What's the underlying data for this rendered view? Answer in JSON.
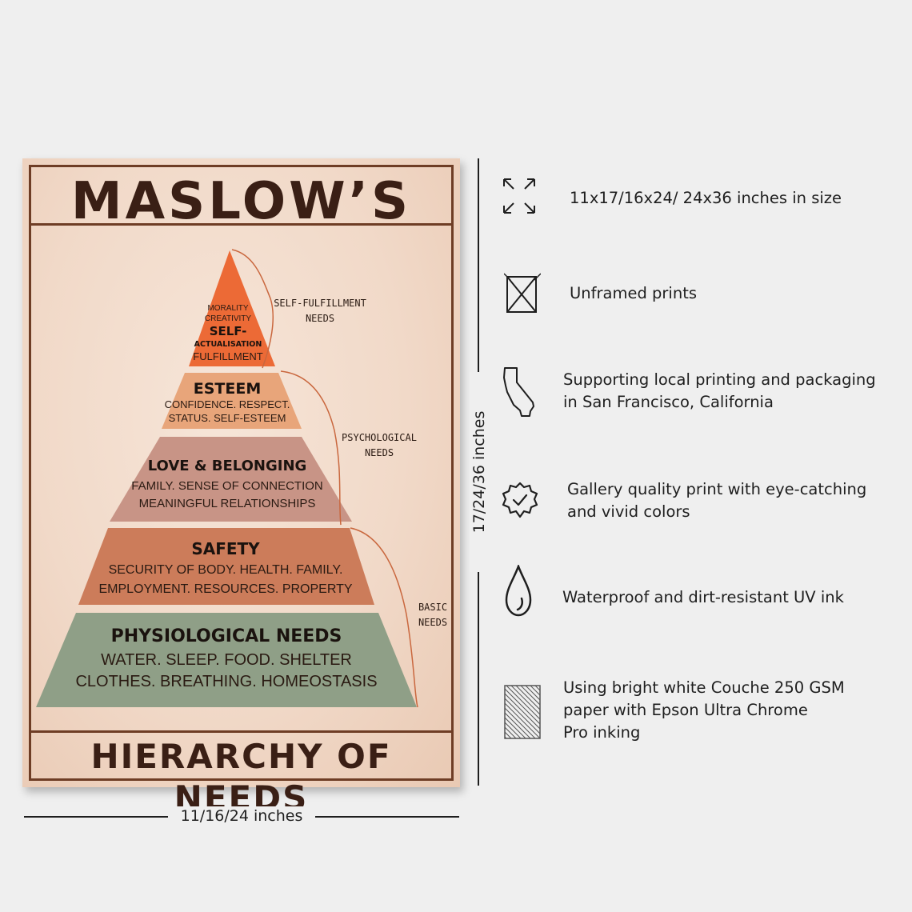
{
  "poster": {
    "title": "MASLOW’S",
    "subtitle": "HIERARCHY OF NEEDS",
    "tiers": [
      {
        "heading": "SELF-",
        "lines": [
          "MORALITY",
          "CREATIVITY",
          "ACTUALISATION",
          "FULFILLMENT"
        ],
        "color": "#ec6a36"
      },
      {
        "heading": "ESTEEM",
        "lines": [
          "CONFIDENCE. RESPECT.",
          "STATUS. SELF-ESTEEM"
        ],
        "color": "#e8a57a"
      },
      {
        "heading": "LOVE & BELONGING",
        "lines": [
          "FAMILY. SENSE OF CONNECTION",
          "MEANINGFUL RELATIONSHIPS"
        ],
        "color": "#c89486"
      },
      {
        "heading": "SAFETY",
        "lines": [
          "SECURITY OF BODY. HEALTH. FAMILY.",
          "EMPLOYMENT. RESOURCES. PROPERTY"
        ],
        "color": "#cc7c5a"
      },
      {
        "heading": "PHYSIOLOGICAL NEEDS",
        "lines": [
          "WATER. SLEEP. FOOD. SHELTER",
          "CLOTHES. BREATHING. HOMEOSTASIS"
        ],
        "color": "#8f9f87"
      }
    ],
    "groups": [
      {
        "lines": [
          "SELF-FULFILLMENT",
          "NEEDS"
        ]
      },
      {
        "lines": [
          "PSYCHOLOGICAL",
          "NEEDS"
        ]
      },
      {
        "lines": [
          "BASIC",
          "NEEDS"
        ]
      }
    ]
  },
  "dimensions": {
    "width_label": "11/16/24 inches",
    "height_label": "17/24/36 inches"
  },
  "features": [
    {
      "icon": "expand-arrows-icon",
      "lines": [
        "11x17/16x24/ 24x36 inches in size"
      ]
    },
    {
      "icon": "unframed-frame-icon",
      "lines": [
        "Unframed prints"
      ]
    },
    {
      "icon": "california-map-icon",
      "lines": [
        "Supporting local printing and packaging",
        "in San Francisco, California"
      ]
    },
    {
      "icon": "quality-badge-icon",
      "lines": [
        "Gallery quality print with eye-catching",
        "and vivid colors"
      ]
    },
    {
      "icon": "water-drop-icon",
      "lines": [
        "Waterproof and dirt-resistant UV ink"
      ]
    },
    {
      "icon": "paper-texture-icon",
      "lines": [
        "Using bright white Couche 250 GSM",
        "paper with Epson Ultra Chrome",
        "Pro inking"
      ]
    }
  ]
}
